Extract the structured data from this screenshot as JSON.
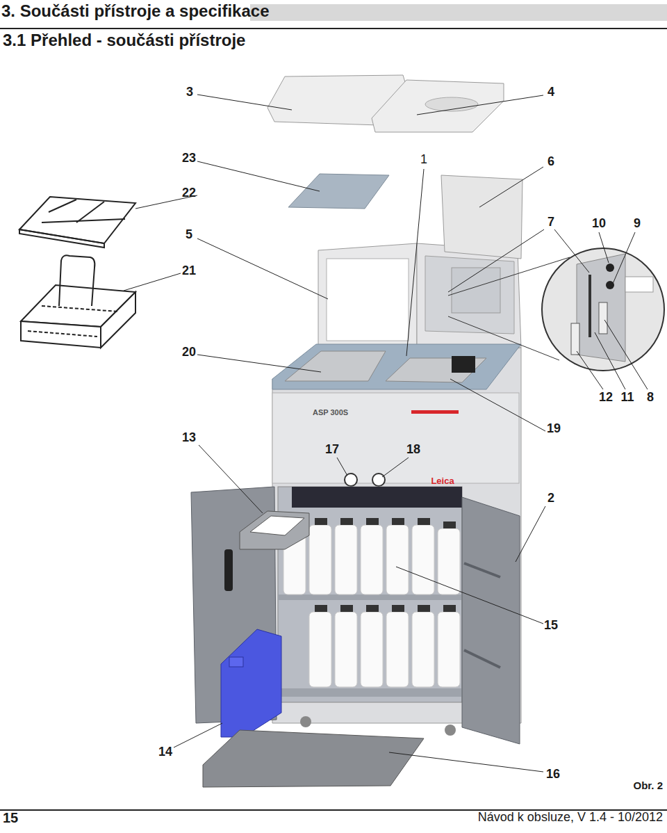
{
  "diagram": {
    "title": "3. Součásti přístroje a specifikace",
    "caption": "Obr. 2",
    "labels": [
      "3.1 Přehled - součásti přístroje",
      "3",
      "4",
      "23",
      "1",
      "6",
      "22",
      "7",
      "10",
      "9",
      "5",
      "21",
      "20",
      "12",
      "11",
      "8",
      "13",
      "19",
      "17",
      "18",
      "2",
      "15",
      "14",
      "16",
      "ASP 300S",
      "Leica",
      "15",
      "Návod k obsluze, V 1.4 - 10/2012"
    ]
  }
}
